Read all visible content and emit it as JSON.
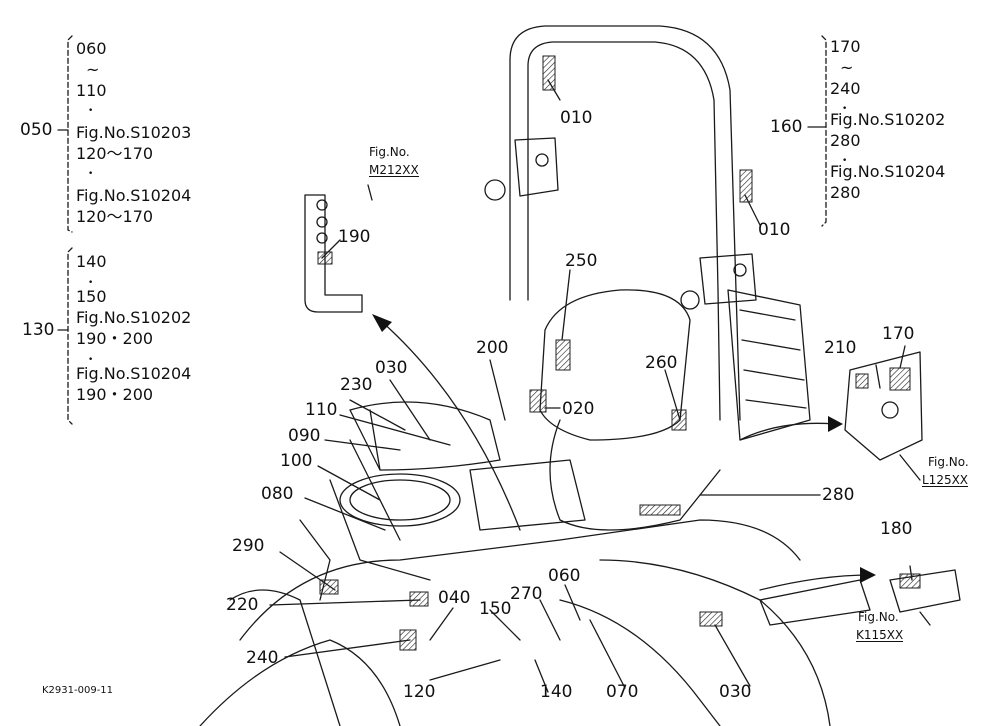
{
  "diagram": {
    "code": "K2931-009-11",
    "callouts": {
      "c010a": "010",
      "c010b": "010",
      "c020": "020",
      "c030a": "030",
      "c030b": "030",
      "c040": "040",
      "c060": "060",
      "c070": "070",
      "c080": "080",
      "c090": "090",
      "c100": "100",
      "c110": "110",
      "c120": "120",
      "c140": "140",
      "c150": "150",
      "c170": "170",
      "c180": "180",
      "c190": "190",
      "c200": "200",
      "c210": "210",
      "c220": "220",
      "c230": "230",
      "c240": "240",
      "c250": "250",
      "c260": "260",
      "c270": "270",
      "c280": "280",
      "c290": "290"
    },
    "group_050": {
      "key": "050",
      "lines": [
        "060",
        "~",
        "110",
        "•",
        "Fig.No.S10203",
        "120～170",
        "•",
        "Fig.No.S10204",
        "120～170"
      ]
    },
    "group_130": {
      "key": "130",
      "lines": [
        "140",
        "•",
        "150",
        "Fig.No.S10202",
        "190・200",
        "•",
        "Fig.No.S10204",
        "190・200"
      ]
    },
    "group_160": {
      "key": "160",
      "lines": [
        "170",
        "~",
        "240",
        "•",
        "Fig.No.S10202",
        "280",
        "•",
        "Fig.No.S10204",
        "280"
      ]
    },
    "figrefs": {
      "m212": {
        "title": "Fig.No.",
        "code": "M212XX"
      },
      "l125": {
        "title": "Fig.No.",
        "code": "L125XX"
      },
      "k115": {
        "title": "Fig.No.",
        "code": "K115XX"
      }
    }
  }
}
